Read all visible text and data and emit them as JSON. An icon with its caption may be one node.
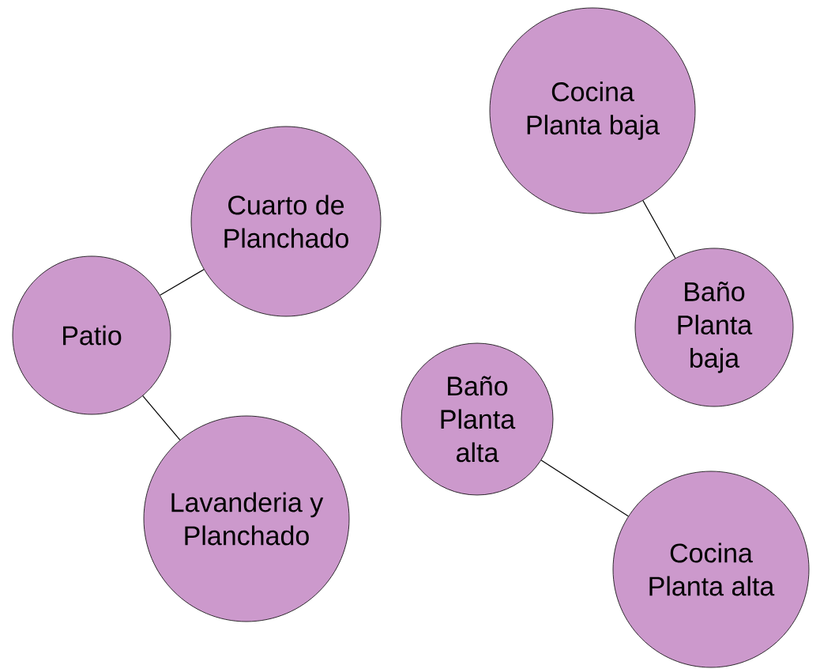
{
  "diagram": {
    "nodes": [
      {
        "text": [
          "Cuarto de Planchado"
        ]
      },
      {
        "text": [
          "Patio"
        ]
      },
      {
        "text": [
          "Lavanderia y Planchado"
        ]
      },
      {
        "text": [
          "Cocina Planta baja"
        ]
      },
      {
        "text": [
          "Baño Planta baja"
        ]
      },
      {
        "text": [
          "Baño Planta alta"
        ]
      },
      {
        "text": [
          "Cocina Planta alta"
        ]
      }
    ],
    "edges": [
      {
        "from": 1,
        "to": 0,
        "arrow": "none"
      },
      {
        "from": 1,
        "to": 2,
        "arrow": "none"
      },
      {
        "from": 3,
        "to": 4,
        "arrow": "none"
      },
      {
        "from": 5,
        "to": 6,
        "arrow": "none"
      }
    ]
  }
}
